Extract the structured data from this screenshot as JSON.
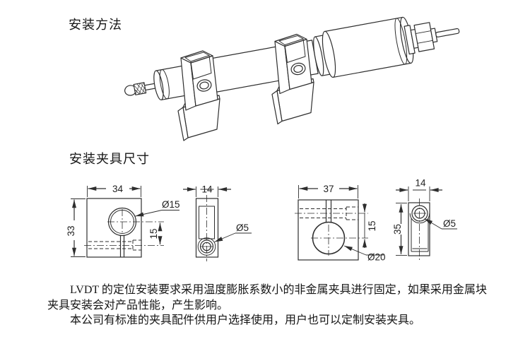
{
  "document": {
    "section1_title": "安装方法",
    "section2_title": "安装夹具尺寸",
    "body_paragraph_1": "LVDT 的定位安装要求采用温度膨胀系数小的非金属夹具进行固定，如果采用金属块夹具安装会对产品性能，产生影响。",
    "body_paragraph_2": "本公司有标准的夹具配件供用户选择使用，用户也可以定制安装夹具。"
  },
  "dimension_drawings": {
    "clamp1_front": {
      "width": "34",
      "height": "33",
      "bore_dia": "Ø15",
      "hole_offset": "15"
    },
    "clamp1_side": {
      "width": "14",
      "screw_dia": "Ø5"
    },
    "clamp2_front": {
      "width": "37",
      "hole_offset": "15",
      "bore_dia": "Ø20"
    },
    "clamp2_side": {
      "width": "14",
      "height": "35",
      "screw_dia": "Ø5"
    }
  },
  "colors": {
    "line": "#2e2e2e",
    "paper": "#ffffff",
    "text": "#161616"
  }
}
